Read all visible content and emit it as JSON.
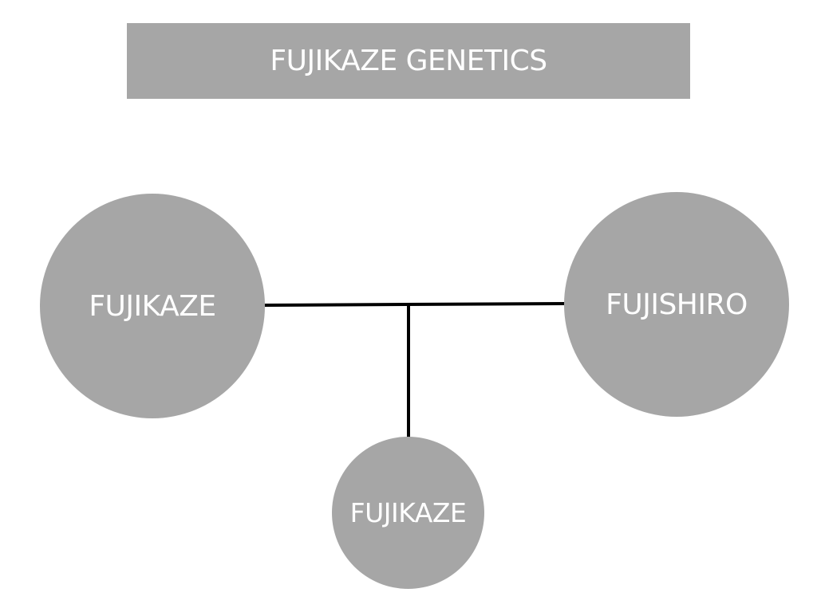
{
  "title": "FUJIKAZE GENETICS",
  "colors": {
    "node_fill": "#a6a6a6",
    "title_fill": "#a6a6a6",
    "text": "#ffffff",
    "connector": "#000000"
  },
  "nodes": {
    "parent_left": {
      "label": "FUJIKAZE",
      "role": "parent"
    },
    "parent_right": {
      "label": "FUJISHIRO",
      "role": "parent"
    },
    "child": {
      "label": "FUJIKAZE",
      "role": "offspring"
    }
  },
  "edges": [
    {
      "from": "parent_left",
      "to": "parent_right",
      "type": "pairing"
    },
    {
      "from": "pairing",
      "to": "child",
      "type": "descent"
    }
  ]
}
